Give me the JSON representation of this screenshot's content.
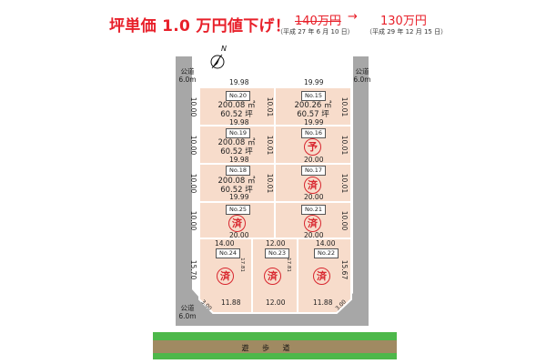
{
  "headline": "坪単価 1.0 万円値下げ！",
  "price_change": {
    "old_price": "140万円",
    "arrow": "→",
    "new_price": "130万円",
    "old_date": "（平成 27 年 6 月 10 日）",
    "new_date": "（平成 29 年 12 月 15 日）"
  },
  "north_label": "N",
  "roads": {
    "left_label": "公道",
    "left_width": "6.0m",
    "right_label": "公道",
    "right_width": "6.0m",
    "bottom_label": "公道",
    "bottom_width": "6.0m",
    "walkway_label": "遊 歩 道"
  },
  "colors": {
    "lot_fill": "#f7dccb",
    "road_gray": "#a7a7a7",
    "walkway_green": "#4db84a",
    "walkway_brown": "#a08a62",
    "stamp_red": "#d8262e",
    "headline_red": "#e8202a"
  },
  "lots": [
    {
      "no": "No.20",
      "area_m2": "200.08 ㎡",
      "area_tsubo": "60.52 坪",
      "status": ""
    },
    {
      "no": "No.15",
      "area_m2": "200.26 ㎡",
      "area_tsubo": "60.57 坪",
      "status": ""
    },
    {
      "no": "No.19",
      "area_m2": "200.08 ㎡",
      "area_tsubo": "60.52 坪",
      "status": ""
    },
    {
      "no": "No.16",
      "status": "予"
    },
    {
      "no": "No.18",
      "area_m2": "200.08 ㎡",
      "area_tsubo": "60.52 坪",
      "status": ""
    },
    {
      "no": "No.17",
      "status": "済"
    },
    {
      "no": "No.25",
      "status": "済"
    },
    {
      "no": "No.21",
      "status": "済"
    },
    {
      "no": "No.24",
      "status": "済"
    },
    {
      "no": "No.23",
      "status": "済"
    },
    {
      "no": "No.22",
      "status": "済"
    }
  ],
  "dimensions": {
    "top_left": "19.98",
    "top_right": "19.99",
    "r1_left_bottom": "19.98",
    "r1_right_bottom": "19.99",
    "r2_left_bottom": "19.98",
    "r2_right_bottom": "20.00",
    "r3_left_bottom": "19.99",
    "r3_right_bottom": "20.00",
    "r4_left_bottom": "20.00",
    "r4_right_bottom": "20.00",
    "b_top_left": "14.00",
    "b_top_mid": "12.00",
    "b_top_right": "14.00",
    "b_bottom_left": "11.88",
    "b_bottom_mid": "12.00",
    "b_bottom_right": "11.88",
    "side_10": "10.00",
    "side_10_mid": "10.01",
    "b_side_left": "15.70",
    "b_side_right": "15.67",
    "b_inner": "17.81",
    "corner_cut": "3.00"
  }
}
